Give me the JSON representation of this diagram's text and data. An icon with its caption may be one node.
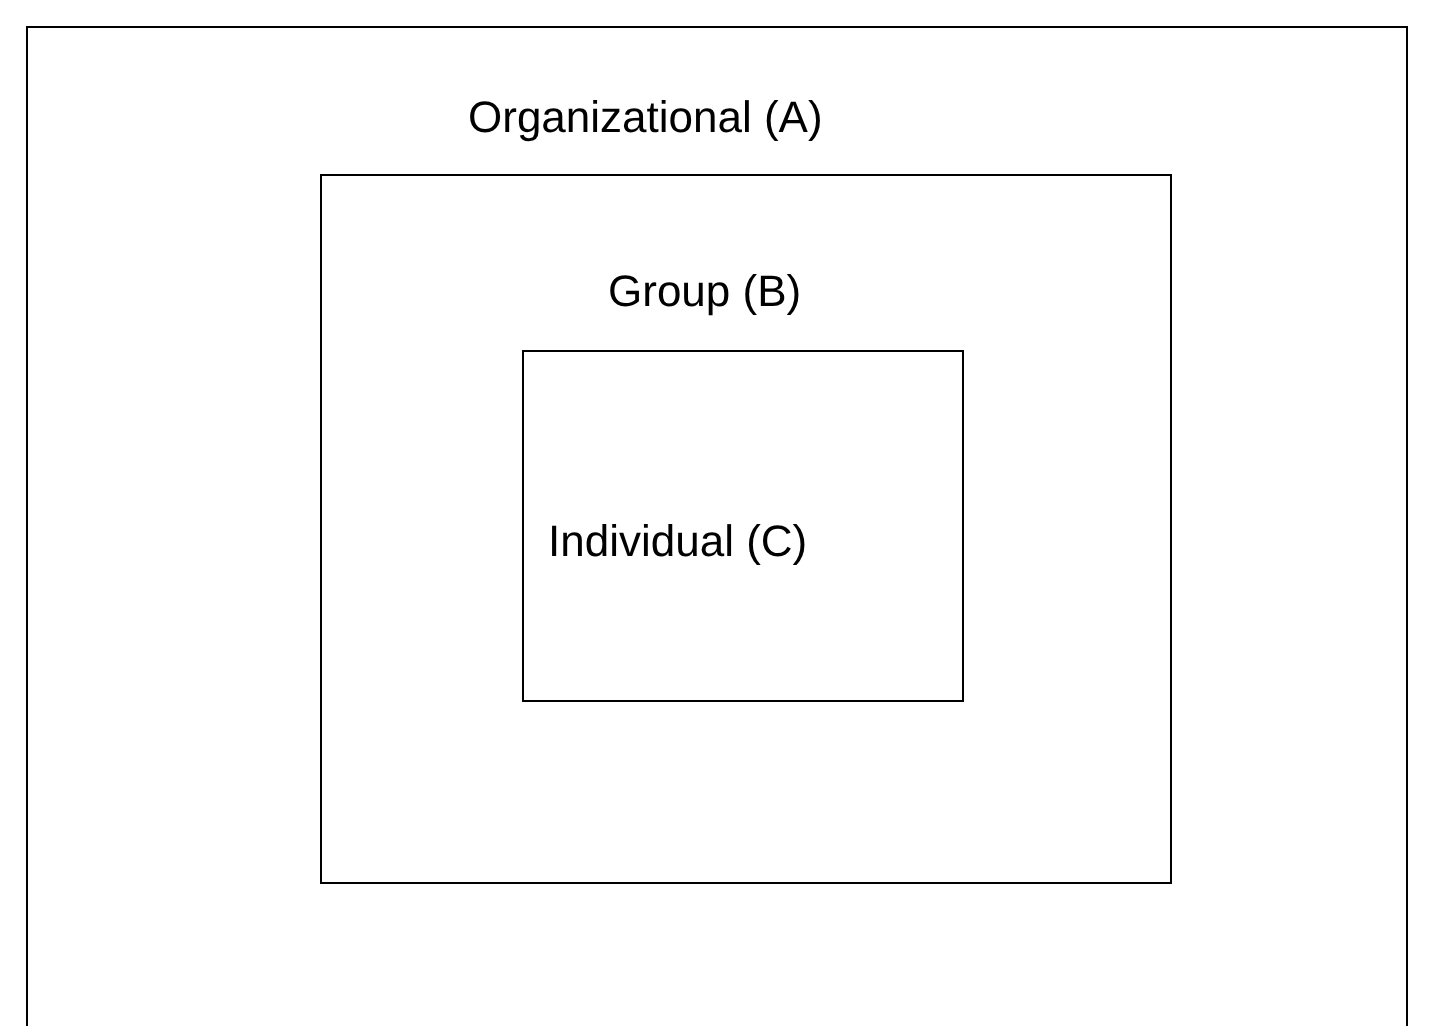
{
  "diagram": {
    "nodes": [
      {
        "text": [
          "Organizational (A)"
        ]
      },
      {
        "text": [
          "Group (B)"
        ],
        "in": 0
      },
      {
        "text": [
          "Individual (C)"
        ],
        "in": 1
      }
    ]
  }
}
